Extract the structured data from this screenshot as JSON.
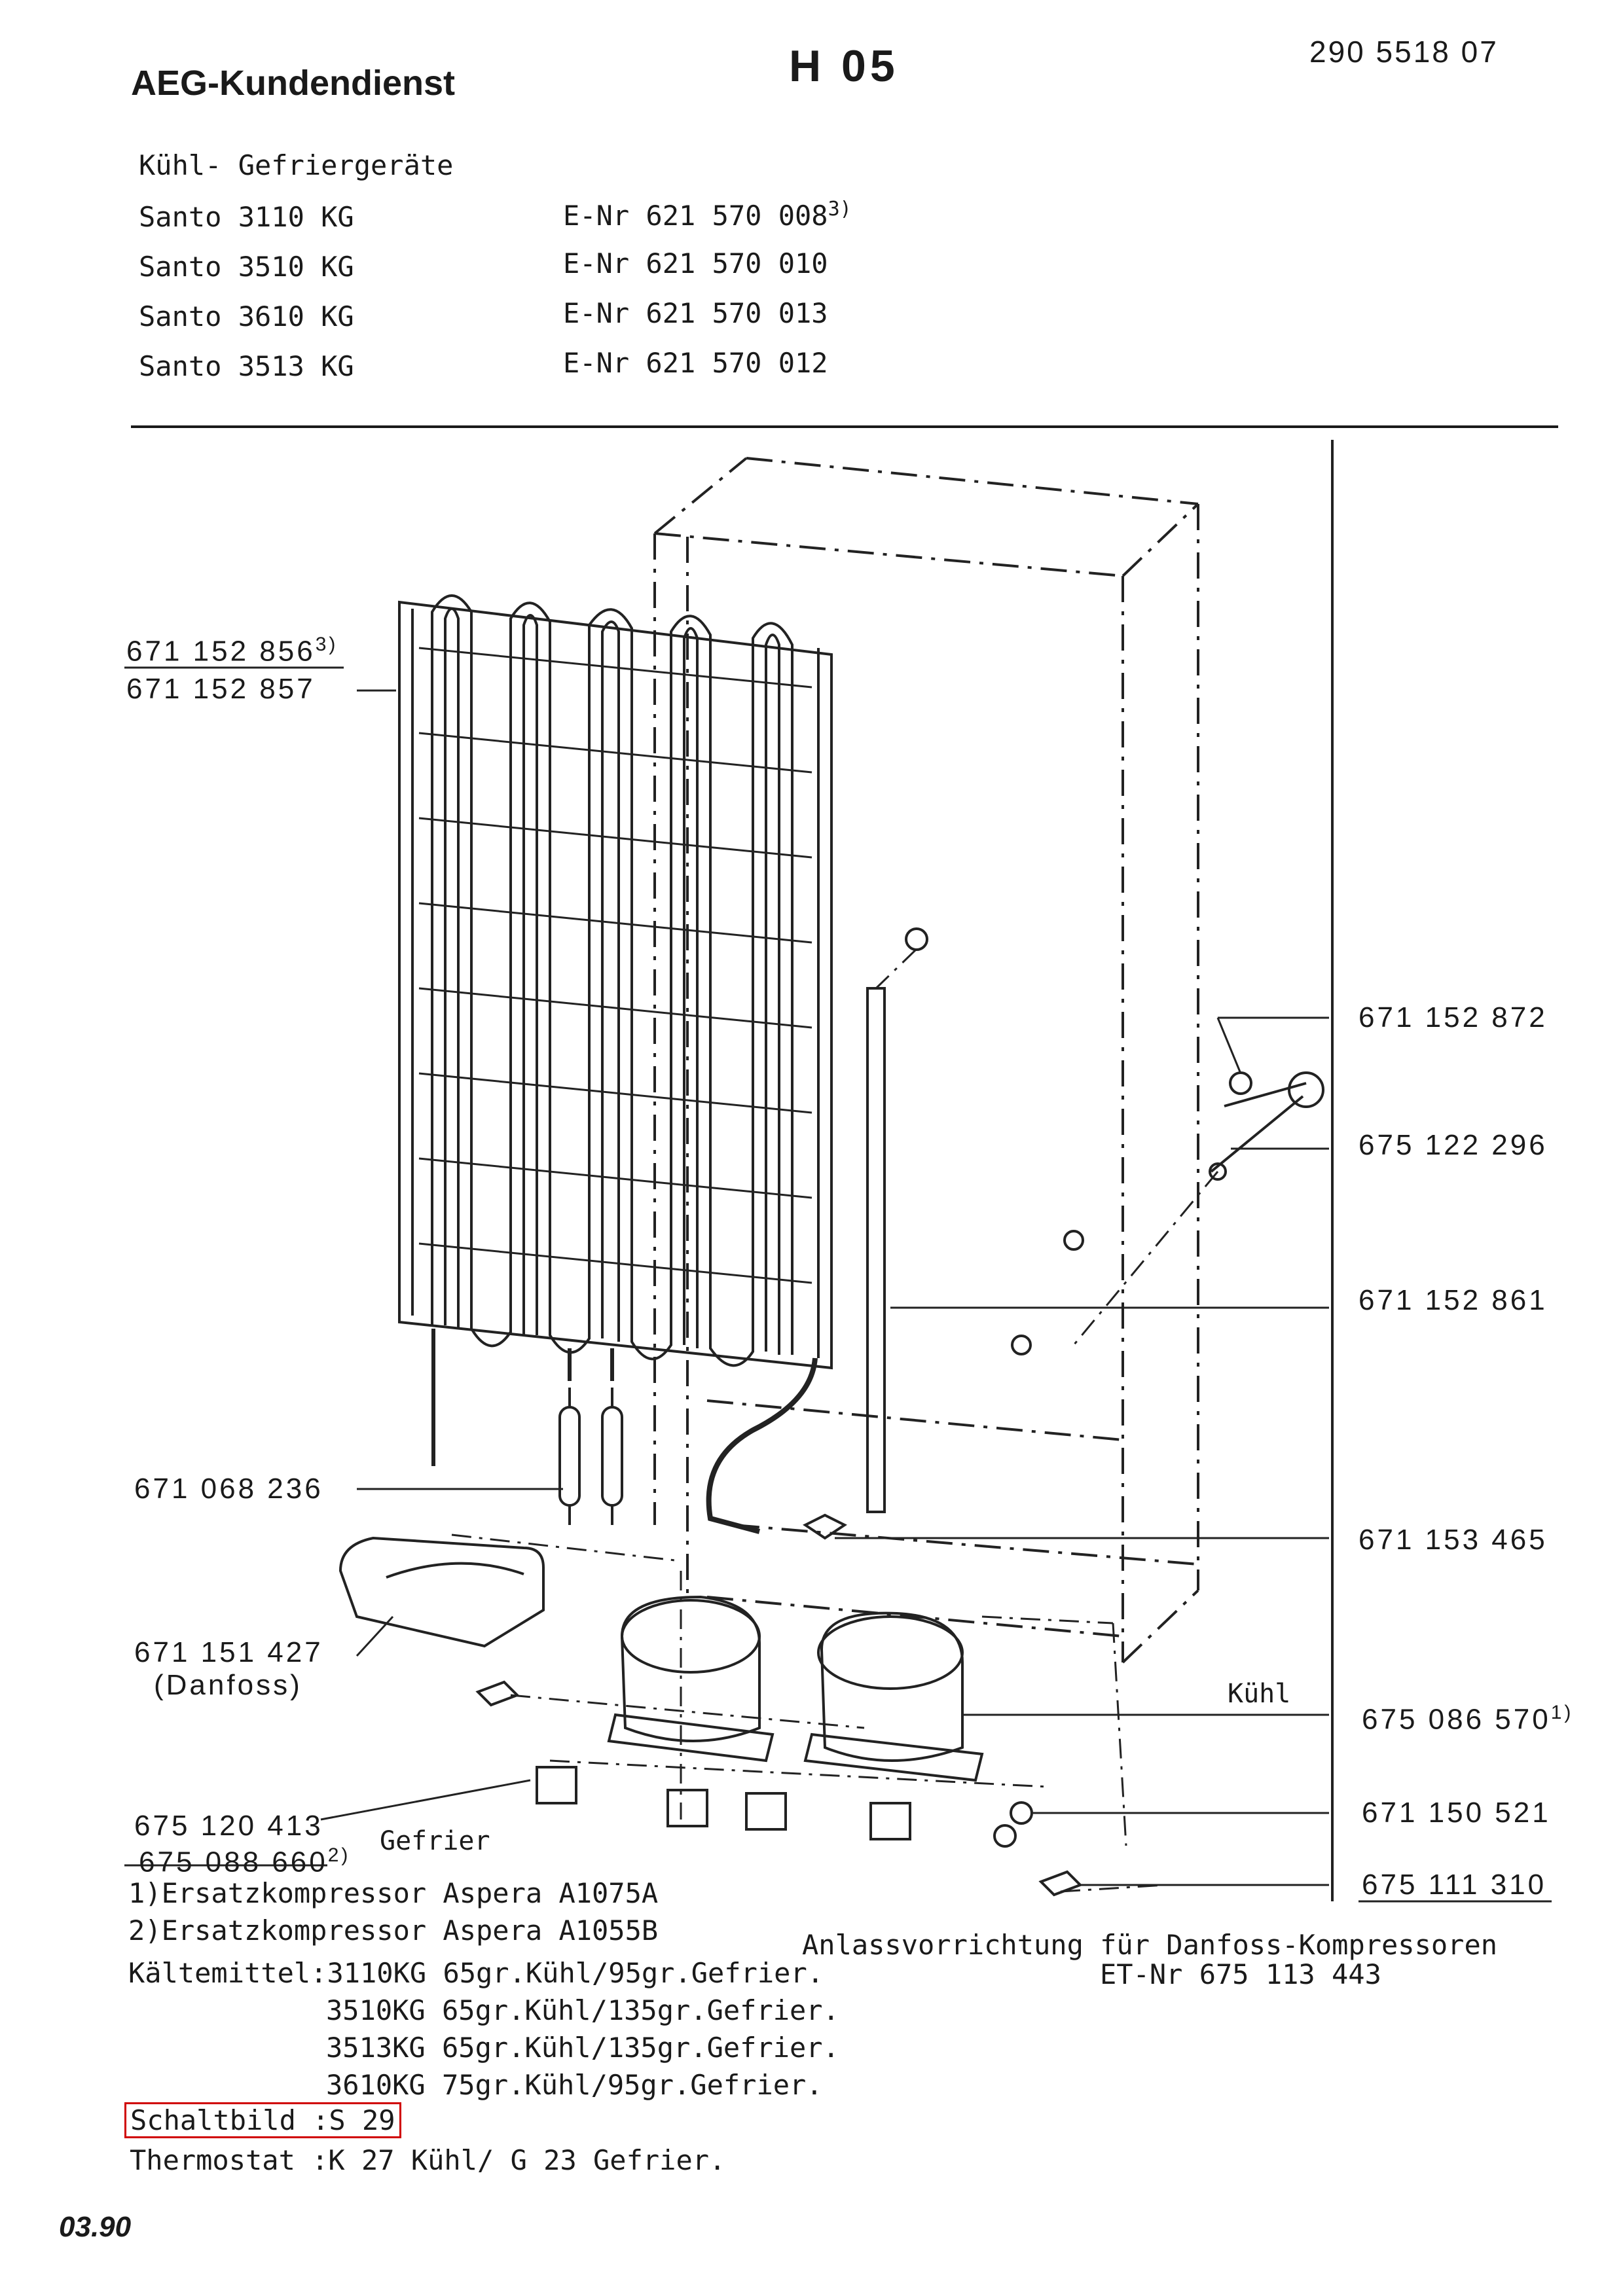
{
  "header": {
    "brand": "AEG-Kundendienst",
    "sheet_code": "H 05",
    "document_number": "290 5518 07",
    "category": "Kühl- Gefriergeräte"
  },
  "models": [
    {
      "name": "Santo 3110 KG",
      "enr": "E-Nr 621 570 008",
      "note": "3)"
    },
    {
      "name": "Santo 3510 KG",
      "enr": "E-Nr 621 570 010",
      "note": ""
    },
    {
      "name": "Santo 3610 KG",
      "enr": "E-Nr 621 570 013",
      "note": ""
    },
    {
      "name": "Santo 3513 KG",
      "enr": "E-Nr 621 570 012",
      "note": ""
    }
  ],
  "parts_left": {
    "condenser_a": "671 152 856",
    "condenser_a_note": "3)",
    "condenser_b": "671 152 857",
    "filter_dryer": "671 068 236",
    "tray": "671 151 427",
    "tray_note": "(Danfoss)",
    "compressor_a": "675 120 413",
    "compressor_b": "675 088 660",
    "compressor_b_note": "2)",
    "label_gefrier": "Gefrier"
  },
  "parts_right": {
    "p1": "671 152 872",
    "p2": "675 122 296",
    "p3": "671 152 861",
    "p4": "671 153 465",
    "label_kuehl": "Kühl",
    "p5": "675 086 570",
    "p5_note": "1)",
    "p6": "671 150 521",
    "p7": "675 111 310"
  },
  "footnotes": {
    "note1": "1)Ersatzkompressor Aspera A1075A",
    "note2": "2)Ersatzkompressor Aspera A1055B",
    "starter_title": "Anlassvorrichtung für Danfoss-Kompressoren",
    "starter_part": "ET-Nr 675 113 443"
  },
  "refrigerant": {
    "label": "Kältemittel:",
    "lines": [
      "3110KG 65gr.Kühl/95gr.Gefrier.",
      "3510KG 65gr.Kühl/135gr.Gefrier.",
      "3513KG 65gr.Kühl/135gr.Gefrier.",
      "3610KG 75gr.Kühl/95gr.Gefrier."
    ]
  },
  "wiring": {
    "schaltbild": "Schaltbild :S 29",
    "thermostat": "Thermostat :K 27 Kühl/ G 23 Gefrier."
  },
  "date": "03.90"
}
